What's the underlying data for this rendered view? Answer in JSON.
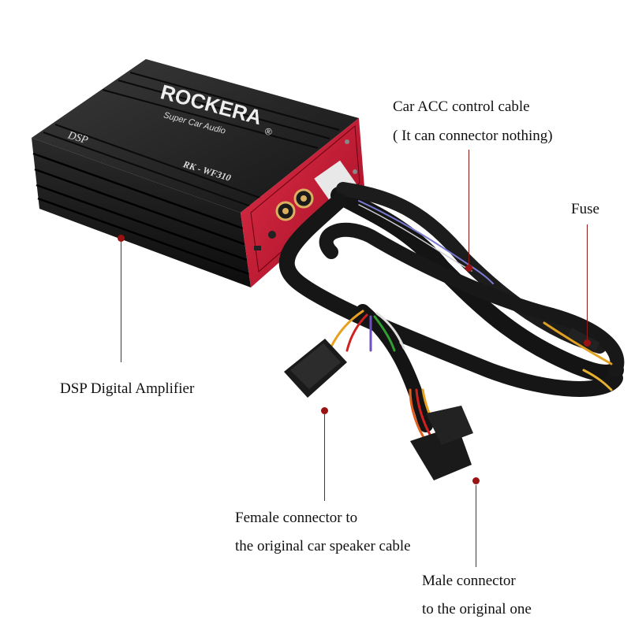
{
  "product": {
    "brand": "ROCKERA",
    "registered": "®",
    "tagline": "Super Car Audio",
    "badge": "DSP",
    "model": "RK - WF310"
  },
  "callouts": {
    "acc_line1": "Car ACC control cable",
    "acc_line2": "( It can connector nothing)",
    "fuse": "Fuse",
    "dsp": "DSP Digital Amplifier",
    "female_line1": "Female connector to",
    "female_line2": "the original car speaker cable",
    "male_line1": "Male connector",
    "male_line2": "to the original one"
  },
  "colors": {
    "housing": "#1c1c1c",
    "panel": "#c8102e",
    "cable": "#141414",
    "leader": "#8b1a1a",
    "text": "#111111"
  }
}
